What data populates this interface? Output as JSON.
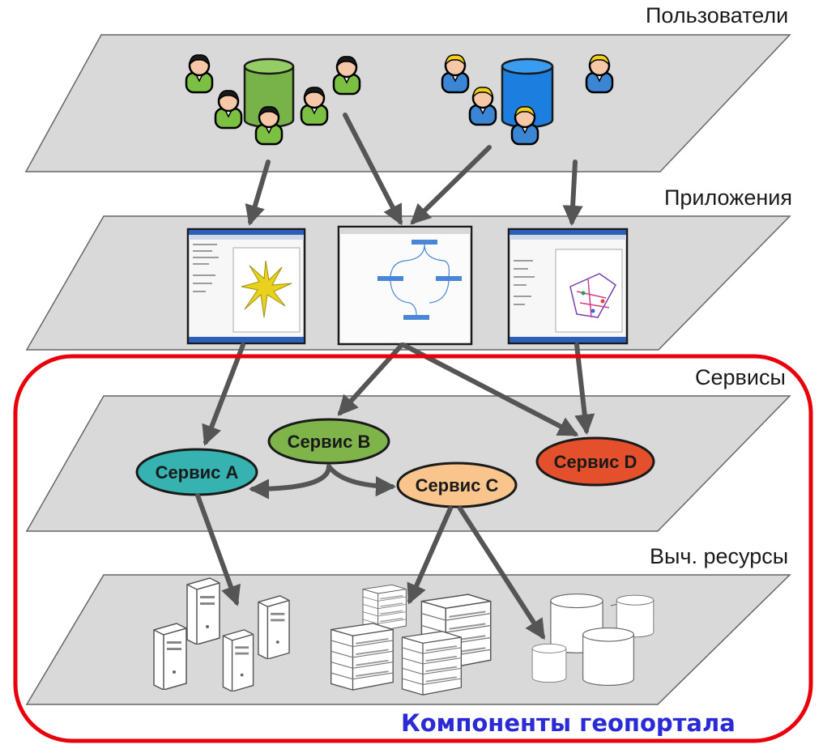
{
  "layers": {
    "users": "Пользователи",
    "apps": "Приложения",
    "services": "Сервисы",
    "resources": "Выч. ресурсы"
  },
  "services": {
    "a": "Сервис А",
    "b": "Сервис В",
    "c": "Сервис С",
    "d": "Сервис D"
  },
  "caption": "Компоненты геопортала",
  "colors": {
    "plane": "#d9d9d9",
    "arrow": "#555555",
    "frame": "#e8000b",
    "caption": "#2a2ad6",
    "service_a": "#36b3b0",
    "service_b": "#7fb44a",
    "service_c": "#f9c58d",
    "service_d": "#e4502c",
    "group_green": "#79c23a",
    "group_blue": "#2f7fd6"
  }
}
